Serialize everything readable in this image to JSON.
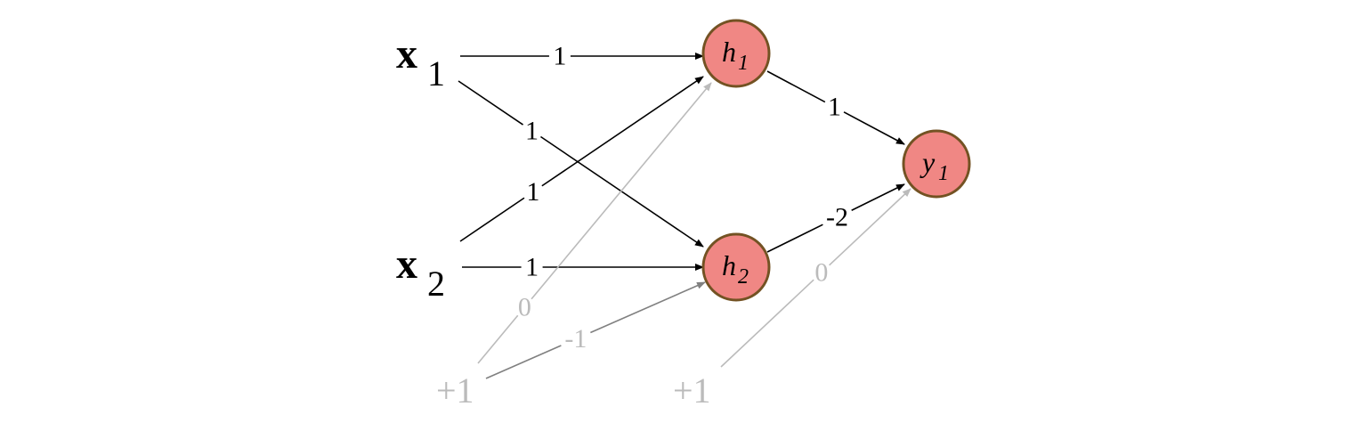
{
  "diagram": {
    "title": "",
    "colors": {
      "node_fill": "#F08784",
      "node_stroke": "#735223",
      "edge_active": "#000000",
      "edge_bias_light": "#BBBBBB",
      "edge_bias_dark": "#808080",
      "bias_text": "#BBBBBB"
    },
    "inputs": [
      {
        "id": "x1",
        "main": "x",
        "sub": "1"
      },
      {
        "id": "x2",
        "main": "x",
        "sub": "2"
      }
    ],
    "biases": [
      {
        "id": "b1",
        "label": "+1"
      },
      {
        "id": "b2",
        "label": "+1"
      }
    ],
    "nodes": [
      {
        "id": "h1",
        "main": "h",
        "sub": "1"
      },
      {
        "id": "h2",
        "main": "h",
        "sub": "2"
      },
      {
        "id": "y1",
        "main": "y",
        "sub": "1"
      }
    ],
    "edges": [
      {
        "from": "x1",
        "to": "h1",
        "weight": "1",
        "style": "active"
      },
      {
        "from": "x1",
        "to": "h2",
        "weight": "1",
        "style": "active"
      },
      {
        "from": "x2",
        "to": "h1",
        "weight": "1",
        "style": "active"
      },
      {
        "from": "x2",
        "to": "h2",
        "weight": "1",
        "style": "active"
      },
      {
        "from": "h1",
        "to": "y1",
        "weight": "1",
        "style": "active"
      },
      {
        "from": "h2",
        "to": "y1",
        "weight": "-2",
        "style": "active"
      },
      {
        "from": "b1",
        "to": "h1",
        "weight": "0",
        "style": "bias_light"
      },
      {
        "from": "b1",
        "to": "h2",
        "weight": "-1",
        "style": "bias_dark"
      },
      {
        "from": "b2",
        "to": "y1",
        "weight": "0",
        "style": "bias_light"
      }
    ]
  }
}
